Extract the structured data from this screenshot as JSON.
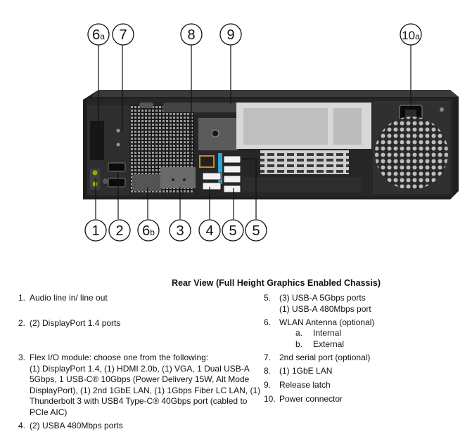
{
  "callouts": {
    "c6a": {
      "num": "6",
      "sub": "a"
    },
    "c7": "7",
    "c8": "8",
    "c9": "9",
    "c10a": {
      "num": "10",
      "sub": "a"
    },
    "c1": "1",
    "c2": "2",
    "c6b": {
      "num": "6",
      "sub": "b"
    },
    "c3": "3",
    "c4": "4",
    "c5a": "5",
    "c5b": "5"
  },
  "caption": "Rear View (Full Height Graphics Enabled Chassis)",
  "items_left": [
    {
      "num": "1.",
      "lines": [
        "Audio line in/ line out"
      ]
    },
    {
      "num": "2.",
      "lines": [
        "(2) DisplayPort 1.4 ports"
      ]
    },
    {
      "num": "3.",
      "lines": [
        "Flex I/O module: choose one from the following:",
        "(1) DisplayPort 1.4, (1) HDMI 2.0b, (1) VGA, 1 Dual USB-A",
        "5Gbps, 1 USB-C® 10Gbps (Power Delivery 15W, Alt Mode",
        "DisplayPort), (1) 2nd 1GbE LAN, (1) 1Gbps Fiber LC LAN, (1)",
        "Thunderbolt 3 with USB4 Type-C® 40Gbps port (cabled to",
        "PCIe AIC)"
      ]
    },
    {
      "num": "4.",
      "lines": [
        "(2) USBA 480Mbps ports"
      ]
    }
  ],
  "items_right": [
    {
      "num": "5.",
      "lines": [
        "(3) USB-A 5Gbps ports",
        "(1) USB-A 480Mbps port"
      ]
    },
    {
      "num": "6.",
      "lines": [
        "WLAN Antenna (optional)"
      ]
    },
    {
      "num": "7.",
      "lines": [
        "2nd serial port (optional)"
      ]
    },
    {
      "num": "8.",
      "lines": [
        "(1) 1GbE LAN"
      ]
    },
    {
      "num": "9.",
      "lines": [
        "Release latch"
      ]
    },
    {
      "num": "10.",
      "lines": [
        "Power connector"
      ]
    }
  ],
  "sub_items": [
    {
      "letter": "a.",
      "text": "Internal"
    },
    {
      "letter": "b.",
      "text": "External"
    }
  ]
}
